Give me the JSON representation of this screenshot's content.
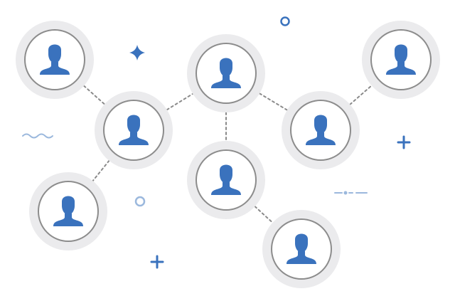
{
  "diagram": {
    "nodes": [
      {
        "id": "n1",
        "icon": "user-icon"
      },
      {
        "id": "n2",
        "icon": "user-icon"
      },
      {
        "id": "n3",
        "icon": "user-icon"
      },
      {
        "id": "n4",
        "icon": "user-icon"
      },
      {
        "id": "n5",
        "icon": "user-icon"
      },
      {
        "id": "n6",
        "icon": "user-icon"
      },
      {
        "id": "n7",
        "icon": "user-icon"
      },
      {
        "id": "n8",
        "icon": "user-icon"
      }
    ],
    "edges": [
      {
        "from": "n1",
        "to": "n4"
      },
      {
        "from": "n4",
        "to": "n2"
      },
      {
        "from": "n4",
        "to": "n6"
      },
      {
        "from": "n2",
        "to": "n5"
      },
      {
        "from": "n2",
        "to": "n7"
      },
      {
        "from": "n5",
        "to": "n3"
      },
      {
        "from": "n7",
        "to": "n8"
      }
    ],
    "decorations": [
      {
        "kind": "sparkle",
        "icon": "sparkle-icon"
      },
      {
        "kind": "ring",
        "icon": "ring-icon"
      },
      {
        "kind": "ring",
        "icon": "ring-icon"
      },
      {
        "kind": "plus",
        "icon": "plus-icon"
      },
      {
        "kind": "plus",
        "icon": "plus-icon"
      },
      {
        "kind": "wave",
        "icon": "wave-icon"
      },
      {
        "kind": "dash-dot",
        "icon": "dash-dot-icon"
      }
    ]
  },
  "colors": {
    "background": "#ffffff",
    "halo": "#ebebed",
    "circle_fill": "#ffffff",
    "circle_stroke": "#8c8c8c",
    "connector": "#8a8a8a",
    "user_icon": "#3a72bd",
    "accent_blue": "#3a72bd",
    "light_blue": "#9bb8dd"
  }
}
